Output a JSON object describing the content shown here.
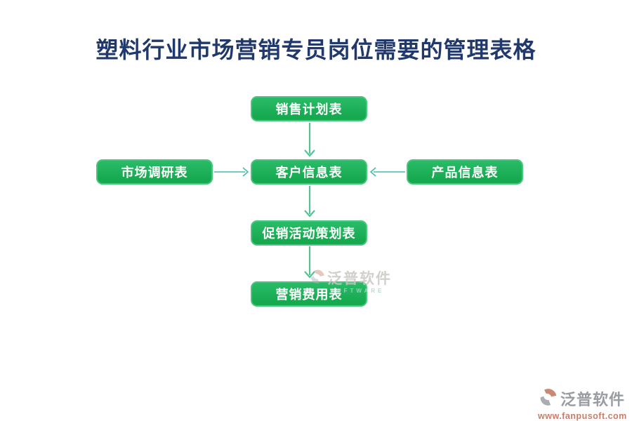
{
  "title": {
    "text": "塑料行业市场营销专员岗位需要的管理表格"
  },
  "diagram": {
    "nodes": [
      {
        "id": "sales-plan",
        "label": "销售计划表"
      },
      {
        "id": "market-research",
        "label": "市场调研表"
      },
      {
        "id": "customer-info",
        "label": "客户信息表"
      },
      {
        "id": "product-info",
        "label": "产品信息表"
      },
      {
        "id": "promotion-plan",
        "label": "促销活动策划表"
      },
      {
        "id": "marketing-expense",
        "label": "营销费用表"
      }
    ],
    "edges": [
      {
        "from": "sales-plan",
        "to": "customer-info",
        "direction": "down"
      },
      {
        "from": "market-research",
        "to": "customer-info",
        "direction": "right"
      },
      {
        "from": "product-info",
        "to": "customer-info",
        "direction": "left"
      },
      {
        "from": "customer-info",
        "to": "promotion-plan",
        "direction": "down"
      },
      {
        "from": "promotion-plan",
        "to": "marketing-expense",
        "direction": "down"
      }
    ]
  },
  "watermark_center": {
    "brand": "泛普软件",
    "subtext": "SOFTWARE"
  },
  "watermark_footer": {
    "brand": "泛普软件",
    "url": "www.fanpusoft.com"
  },
  "colors": {
    "title": "#20386B",
    "box_fill_top": "#29BB67",
    "box_fill": "#16A950",
    "box_border": "#4AC77D",
    "box_text": "#FFFFFF",
    "arrow_h": "#43BCAD",
    "arrow_v": "#53C394",
    "wm_text": "#CBC8C2",
    "wm_sub": "#A8D8C5",
    "footer_text": "#999CA0",
    "footer_url": "#C77E6A",
    "logo_salmon": "#C98A72",
    "logo_gray": "#ABAEB1"
  }
}
